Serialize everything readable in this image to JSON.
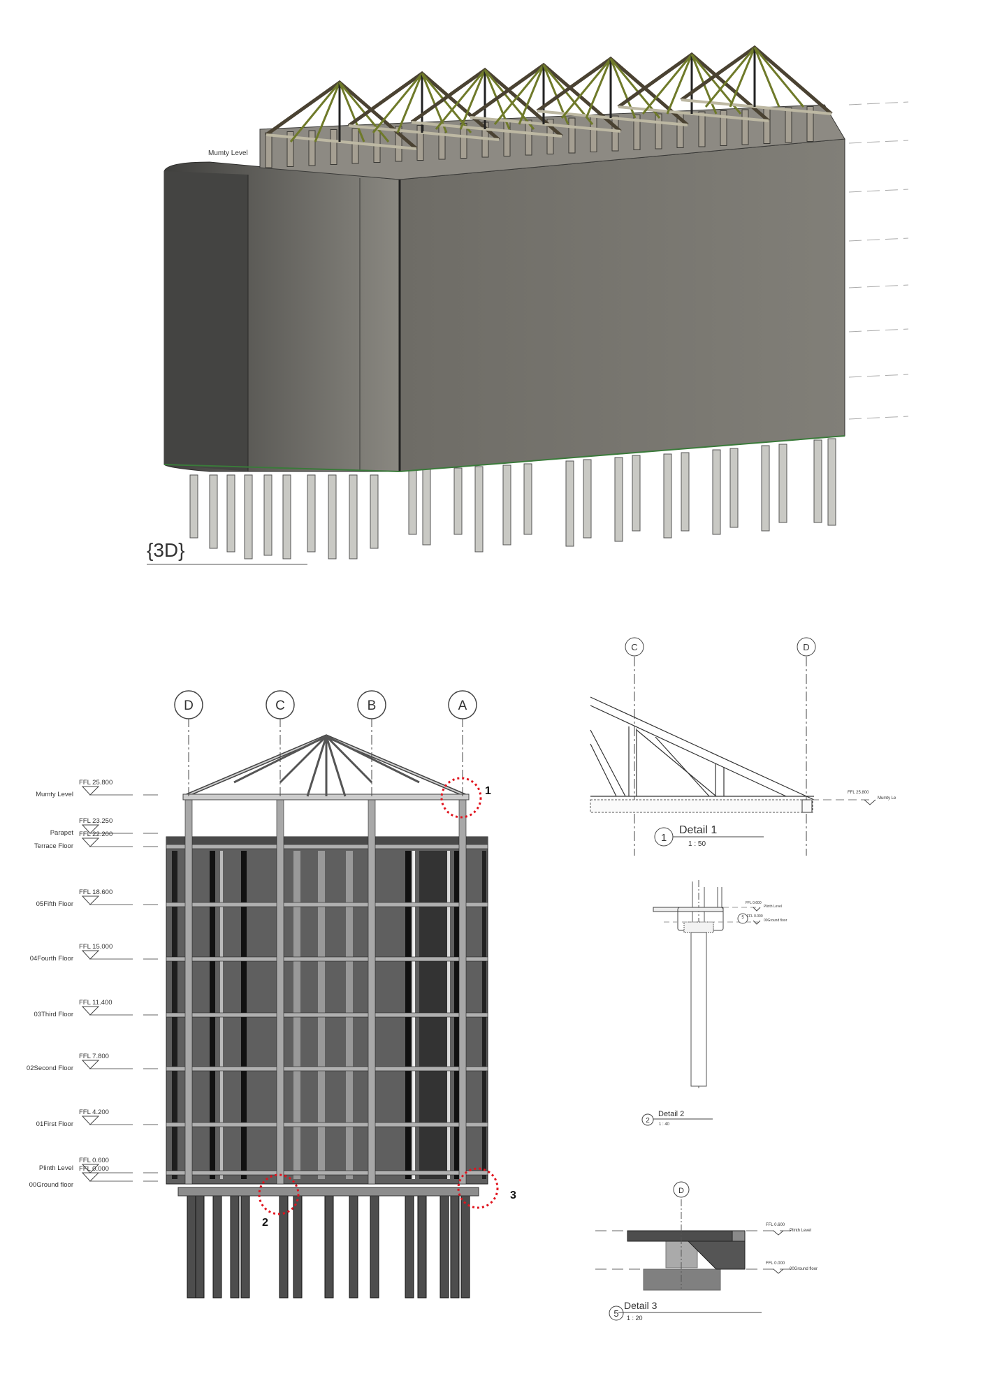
{
  "view3d": {
    "label": "{3D}",
    "level_tag": "Mumty Level",
    "colors": {
      "wall_dark": "#4a4a48",
      "wall": "#7d7b74",
      "truss": "#4a4232",
      "truss_web": "#6f7a2a",
      "pile": "#c9c9c4"
    }
  },
  "elevation": {
    "grids": [
      "D",
      "C",
      "B",
      "A"
    ],
    "levels": [
      {
        "name": "Mumty Level",
        "value": "FFL  25.800"
      },
      {
        "name": "Parapet",
        "value": "FFL  23.250"
      },
      {
        "name": "Terrace Floor",
        "value": "FFL  22.200"
      },
      {
        "name": "05Fifth Floor",
        "value": "FFL  18.600"
      },
      {
        "name": "04Fourth Floor",
        "value": "FFL  15.000"
      },
      {
        "name": "03Third Floor",
        "value": "FFL  11.400"
      },
      {
        "name": "02Second Floor",
        "value": "FFL  7.800"
      },
      {
        "name": "01First Floor",
        "value": "FFL  4.200"
      },
      {
        "name": "Plinth Level",
        "value": "FFL  0.600"
      },
      {
        "name": "00Ground floor",
        "value": "FFL  0.000"
      }
    ],
    "callouts": [
      "1",
      "2",
      "3"
    ],
    "callout_color": "#e0141e"
  },
  "details": [
    {
      "number": "1",
      "title": "Detail 1",
      "scale": "1 : 50",
      "grids": [
        "C",
        "D"
      ],
      "level_value": "FFL  25.800",
      "level_name": "Mumty Le"
    },
    {
      "number": "2",
      "title": "Detail 2",
      "scale": "1 : 40",
      "levels": [
        {
          "value": "FFL  0.600",
          "name": "Plinth Level"
        },
        {
          "value": "FFL  0.000",
          "name": "00Ground floor"
        }
      ],
      "tag": "5"
    },
    {
      "number": "5",
      "title": "Detail 3",
      "scale": "1 : 20",
      "grids": [
        "D"
      ],
      "levels": [
        {
          "value": "FFL  0.600",
          "name": "Plinth Level"
        },
        {
          "value": "FFL  0.000",
          "name": "00Ground floor"
        }
      ]
    }
  ]
}
